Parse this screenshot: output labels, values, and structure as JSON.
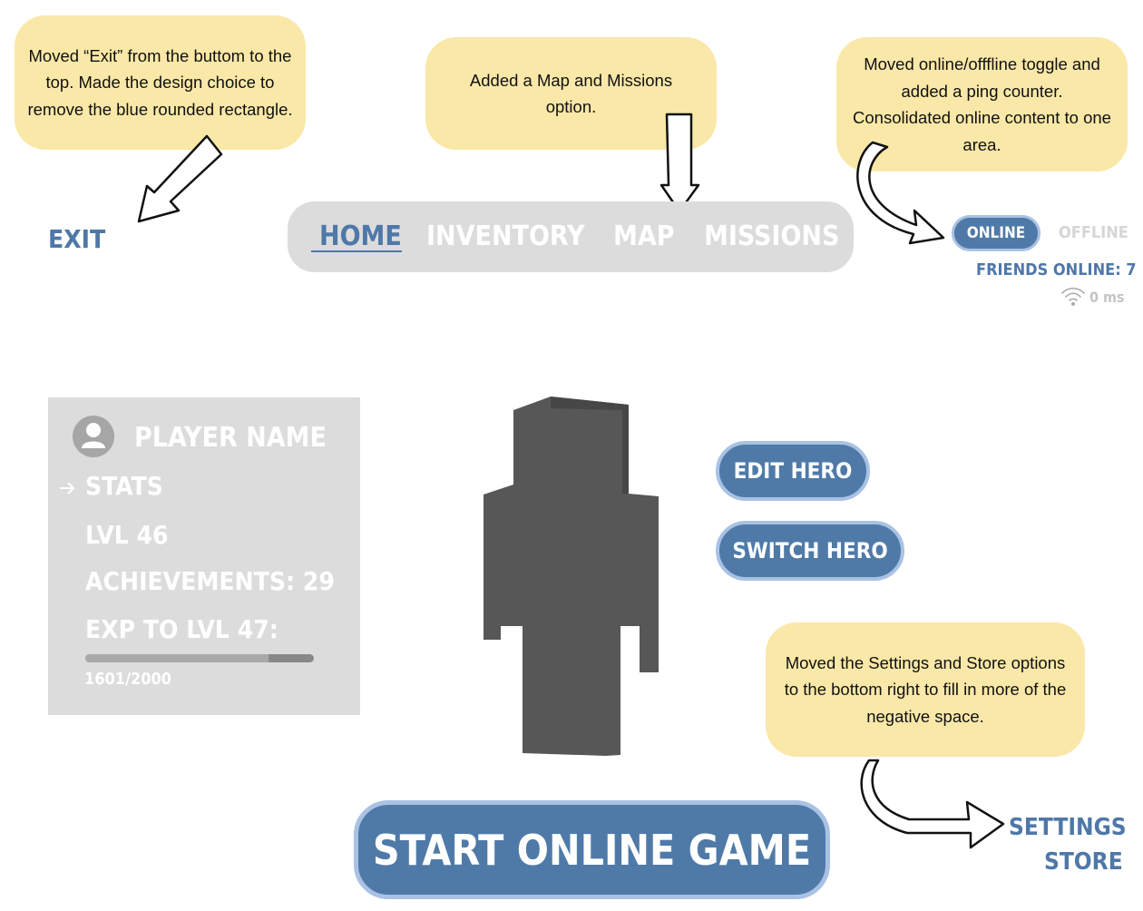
{
  "notes": {
    "exit_note": "Moved “Exit” from the buttom to the top. Made the design choice to remove the blue rounded rectangle.",
    "map_note": "Added a Map and Missions option.",
    "online_note": "Moved online/offfline toggle and added a ping counter. Consolidated online content to one area.",
    "settings_note": "Moved the Settings and Store options to the bottom right to fill in more of the negative space."
  },
  "top": {
    "exit_label": "EXIT",
    "tabs": [
      {
        "label": "HOME",
        "active": true
      },
      {
        "label": "INVENTORY",
        "active": false
      },
      {
        "label": "MAP",
        "active": false
      },
      {
        "label": "MISSIONS",
        "active": false
      }
    ],
    "online_label": "ONLINE",
    "offline_label": "OFFLINE",
    "friends_online": "FRIENDS ONLINE: 7",
    "ping": "0 ms"
  },
  "player": {
    "name": "PLAYER NAME",
    "stats_label": "STATS",
    "level": "LVL 46",
    "achievements": "ACHIEVEMENTS: 29",
    "exp_label": "EXP TO LVL 47:",
    "exp_text": "1601/2000",
    "exp_progress": 0.8005
  },
  "hero": {
    "edit_label": "EDIT HERO",
    "switch_label": "SWITCH HERO"
  },
  "bottom": {
    "start_label": "START ONLINE GAME",
    "settings_label": "SETTINGS",
    "store_label": "STORE"
  },
  "colors": {
    "accent": "#4f7aa8",
    "accent_border": "#a9c2e4",
    "note_bg": "#fae8a8",
    "panel_bg": "#dcdcdc",
    "figure": "#575757"
  },
  "icons": [
    "user-avatar-icon",
    "arrow-right-icon",
    "wifi-icon",
    "curved-arrow-icon"
  ]
}
